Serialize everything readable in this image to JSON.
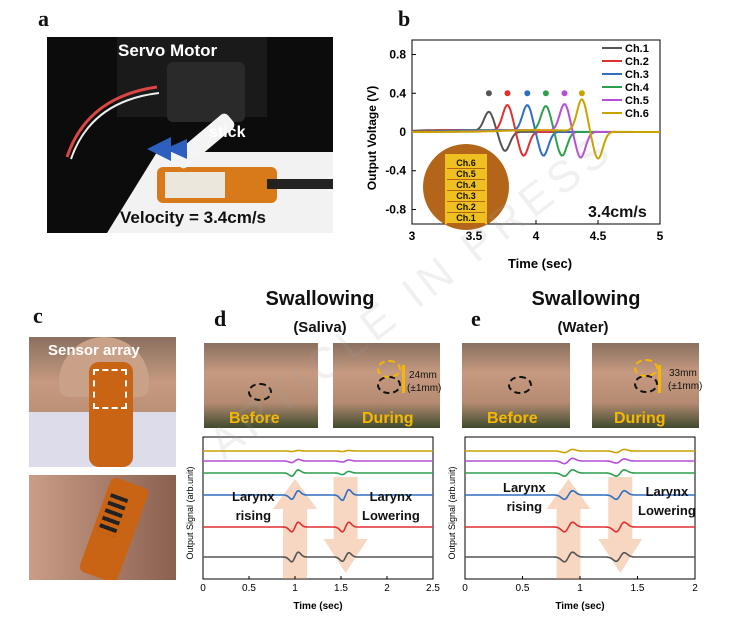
{
  "panels": {
    "a": {
      "label": "a",
      "motor_label": "Servo Motor",
      "stick_label": "stick",
      "velocity_label": "Velocity = 3.4cm/s"
    },
    "b": {
      "label": "b",
      "velocity_note": "3.4cm/s",
      "sensor_channels": [
        "Ch.6",
        "Ch.5",
        "Ch.4",
        "Ch.3",
        "Ch.2",
        "Ch.1"
      ]
    },
    "c": {
      "label": "c",
      "array_label": "Sensor array"
    },
    "d": {
      "label": "d",
      "title": "Swallowing",
      "subtitle": "(Saliva)",
      "before": "Before",
      "during": "During",
      "displacement": "24mm",
      "tolerance": "(±1mm)",
      "rising": "Larynx rising",
      "rising_l1": "Larynx",
      "rising_l2": "rising",
      "lowering_l1": "Larynx",
      "lowering_l2": "Lowering"
    },
    "e": {
      "label": "e",
      "title": "Swallowing",
      "subtitle": "(Water)",
      "before": "Before",
      "during": "During",
      "displacement": "33mm",
      "tolerance": "(±1mm)",
      "rising_l1": "Larynx",
      "rising_l2": "rising",
      "lowering_l1": "Larynx",
      "lowering_l2": "Lowering"
    }
  },
  "watermark": "ARTICLE IN PRESS",
  "chart_data": [
    {
      "type": "line",
      "panel": "b",
      "xlabel": "Time (sec)",
      "ylabel": "Output Voltage (V)",
      "xlim": [
        3,
        5
      ],
      "ylim": [
        -0.95,
        0.95
      ],
      "xticks": [
        3,
        3.5,
        4,
        4.5,
        5
      ],
      "yticks": [
        -0.8,
        -0.4,
        0,
        0.4,
        0.8
      ],
      "grid": false,
      "legend": "top-right",
      "series": [
        {
          "name": "Ch.1",
          "color": "#555555",
          "peak_time": 3.62,
          "peak": 0.2,
          "trough": -0.2
        },
        {
          "name": "Ch.2",
          "color": "#e03030",
          "peak_time": 3.77,
          "peak": 0.27,
          "trough": -0.25
        },
        {
          "name": "Ch.3",
          "color": "#2f6fc0",
          "peak_time": 3.93,
          "peak": 0.27,
          "trough": -0.25
        },
        {
          "name": "Ch.4",
          "color": "#2e9e4f",
          "peak_time": 4.08,
          "peak": 0.26,
          "trough": -0.25
        },
        {
          "name": "Ch.5",
          "color": "#b54fd6",
          "peak_time": 4.23,
          "peak": 0.28,
          "trough": -0.27
        },
        {
          "name": "Ch.6",
          "color": "#c9a400",
          "peak_time": 4.37,
          "peak": 0.33,
          "trough": -0.28
        }
      ]
    },
    {
      "type": "line",
      "panel": "d",
      "xlabel": "Time (sec)",
      "ylabel": "Output Signal (arb.unit)",
      "xlim": [
        0,
        2.5
      ],
      "xticks": [
        0,
        0.5,
        1,
        1.5,
        2,
        2.5
      ],
      "grid": false,
      "events": [
        1.0,
        1.55
      ]
    },
    {
      "type": "line",
      "panel": "e",
      "xlabel": "Time (sec)",
      "ylabel": "Output Signal (arb.unit)",
      "xlim": [
        0,
        2
      ],
      "xticks": [
        0,
        0.5,
        1,
        1.5,
        2
      ],
      "grid": false,
      "events": [
        0.9,
        1.35
      ]
    }
  ],
  "series_colors": [
    "#555555",
    "#e03030",
    "#2f6fc0",
    "#2e9e4f",
    "#b54fd6",
    "#c9a400"
  ]
}
